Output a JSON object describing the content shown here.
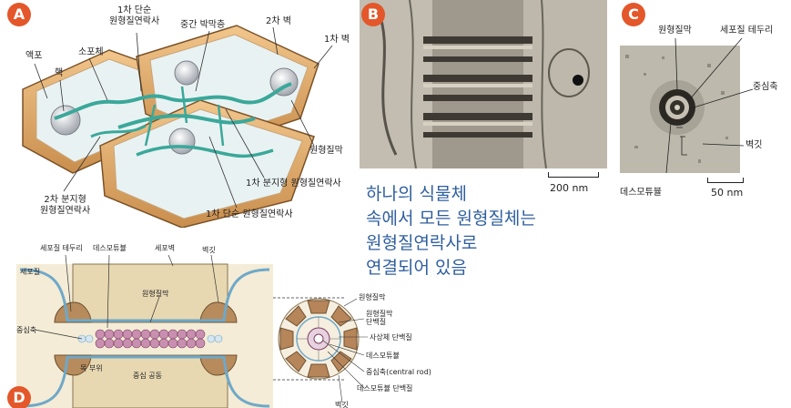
{
  "panels": {
    "A": {
      "badge": "A",
      "labels": {
        "vacuole": "액포",
        "nucleus": "핵",
        "er": "소포체",
        "primary_simple": "1차 단순\n원형질연락사",
        "middle_lamella": "중간 박막층",
        "secondary_wall": "2차 벽",
        "primary_wall": "1차 벽",
        "plasma_membrane": "원형질막",
        "branched_primary": "1차 분지형 원형질연락사",
        "branched_secondary": "2차 분지형\n원형질연락사",
        "primary_simple_bottom": "1차 단순 원형질연락사"
      }
    },
    "B": {
      "badge": "B",
      "scale": "200 nm"
    },
    "C": {
      "badge": "C",
      "scale": "50 nm",
      "labels": {
        "plasma_membrane": "원형질막",
        "cytoplasmic_sleeve": "세포질 테두리",
        "central_rod": "중심축",
        "wall": "벽깃",
        "desmotubule": "데스모튜뷸"
      }
    },
    "D": {
      "badge": "D",
      "labels": {
        "cytoplasmic_sleeve": "세포질 테두리",
        "desmotubule": "데스모튜뷸",
        "cell_wall": "세포벽",
        "collar": "벽깃",
        "cytoplasm": "세포질",
        "plasma_membrane": "원형질막",
        "central_rod": "중심축",
        "neck": "목 부위",
        "central_cavity": "중심 공동"
      },
      "cross_section_labels": {
        "plasma_membrane": "원형질막",
        "membrane_protein": "원형질막\n단백질",
        "spoke_protein": "사상체 단백질",
        "desmotubule": "데스모튜뷸",
        "central_rod": "중심축(central rod)",
        "desmotubule_protein": "데스모튜뷸 단백질",
        "collar": "벽깃"
      }
    }
  },
  "caption": {
    "line1": "하나의 식물체",
    "line2": "속에서 모든 원형질체는",
    "line3": "원형질연락사로",
    "line4": "연결되어 있음"
  }
}
